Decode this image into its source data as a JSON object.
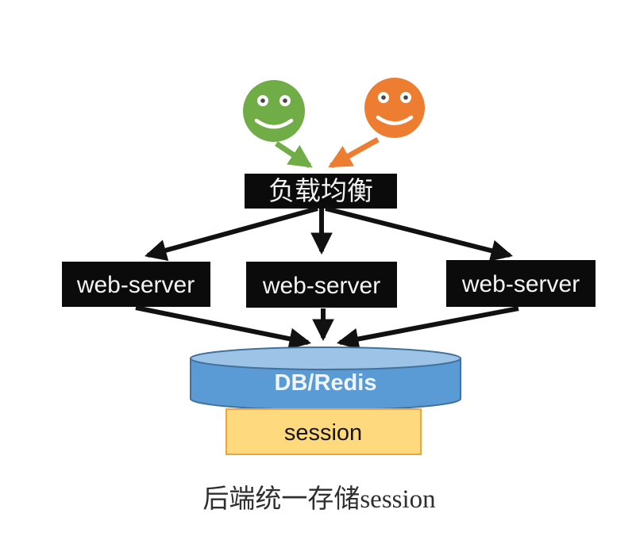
{
  "diagram": {
    "caption": "后端统一存储session",
    "load_balancer": {
      "label": "负载均衡"
    },
    "web_servers": [
      {
        "label": "web-server"
      },
      {
        "label": "web-server"
      },
      {
        "label": "web-server"
      }
    ],
    "database": {
      "label": "DB/Redis"
    },
    "session_store": {
      "label": "session"
    },
    "icons": {
      "green_user": "smiley-face",
      "orange_user": "smiley-face"
    },
    "colors": {
      "user_green": "#70AD47",
      "user_orange": "#ED7D31",
      "node_black": "#0b0b0b",
      "db_fill": "#5B9BD5",
      "db_top_fill": "#9DC3E6",
      "db_stroke": "#41719C",
      "session_fill": "#FFD97E",
      "session_stroke": "#EDA63F",
      "arrow_black": "#111111",
      "caption_color": "#2f2f2f"
    }
  }
}
